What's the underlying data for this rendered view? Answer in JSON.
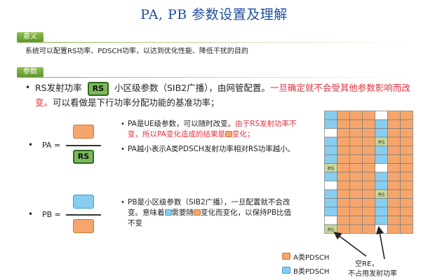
{
  "title": "PA, PB 参数设置及理解",
  "tags": {
    "meaning": "意义",
    "params": "参数"
  },
  "meaning_text": "系统可以配置RS功率、PDSCH功率，以达到优化性能、降低干扰的目的",
  "rs_line": {
    "prefix": "RS发射功率",
    "badge": "RS",
    "middle": "小区级参数（SIB2广播），由网管配置。",
    "red_part": "一旦确定就不会受其他参数影响而改变。",
    "suffix": "可以看做是下行功率分配功能的基准功率；"
  },
  "pa": {
    "label": "PA =",
    "denominator": "RS",
    "bullet1_a": "PA是UE级参数，可以随时改变。",
    "bullet1_red": "由于RS发射功率不变，所以PA变化造成的结果是",
    "bullet1_red_end": "变化；",
    "bullet2": "PA越小表示A类PDSCH发射功率相对RS功率越小。"
  },
  "pb": {
    "label": "PB =",
    "text_a": "PB是小区级参数（SIB2广播），一旦配置就不会改变。意味着",
    "text_b": "需要随",
    "text_c": "变化而变化，以保持PB比值不变"
  },
  "grid": {
    "rs_label": "RS",
    "orange": "#f6a66c",
    "blue": "#86cdf0",
    "rs": "#c6d89a"
  },
  "legend": {
    "a": "A类PDSCH",
    "b": "B类PDSCH",
    "empty_line1": "空RE，",
    "empty_line2": "不占用发射功率"
  },
  "colors": {
    "title": "#1f4e9c",
    "red": "#e0313e",
    "tag": "#6fa23a"
  }
}
